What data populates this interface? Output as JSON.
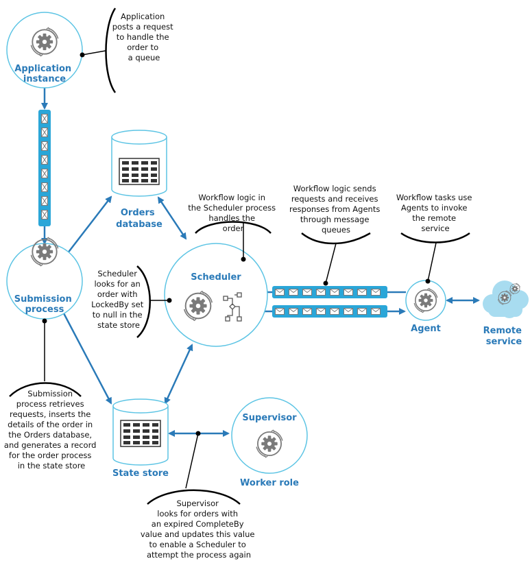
{
  "nodes": {
    "application_instance": [
      "Application",
      "instance"
    ],
    "submission_process": [
      "Submission",
      "process"
    ],
    "orders_database": [
      "Orders",
      "database"
    ],
    "scheduler": [
      "Scheduler"
    ],
    "agent": [
      "Agent"
    ],
    "remote_service": [
      "Remote",
      "service"
    ],
    "state_store": [
      "State store"
    ],
    "supervisor": [
      "Supervisor"
    ],
    "worker_role": [
      "Worker role"
    ]
  },
  "notes": {
    "app_posts": [
      "Application",
      "posts a request",
      "to handle the",
      "order to",
      "a queue"
    ],
    "scheduler_looks": [
      "Scheduler",
      "looks for an",
      "order with",
      "LockedBy set",
      "to null in the",
      "state store"
    ],
    "workflow_logic": [
      "Workflow logic in",
      "the Scheduler process",
      "handles the",
      "order"
    ],
    "workflow_sends": [
      "Workflow logic sends",
      "requests and receives",
      "responses from Agents",
      "through message",
      "queues"
    ],
    "workflow_tasks": [
      "Workflow tasks use",
      "Agents to invoke",
      "the remote",
      "service"
    ],
    "submission_retrieves": [
      "Submission",
      "process retrieves",
      "requests, inserts the",
      "details of the order in",
      "the Orders database,",
      "and generates a record",
      "for the order process",
      "in the state store"
    ],
    "supervisor_looks": [
      "Supervisor",
      "looks for orders with",
      "an expired CompleteBy",
      "value and updates this value",
      "to enable a Scheduler to",
      "attempt the process again"
    ]
  },
  "colors": {
    "accent": "#2a7ab8",
    "circle_stroke": "#5cc4e4",
    "gear": "#7a7a7a",
    "text": "#111111"
  },
  "icons": [
    "gear-icon",
    "workflow-icon",
    "table-icon",
    "envelope-icon",
    "cloud-icon"
  ]
}
